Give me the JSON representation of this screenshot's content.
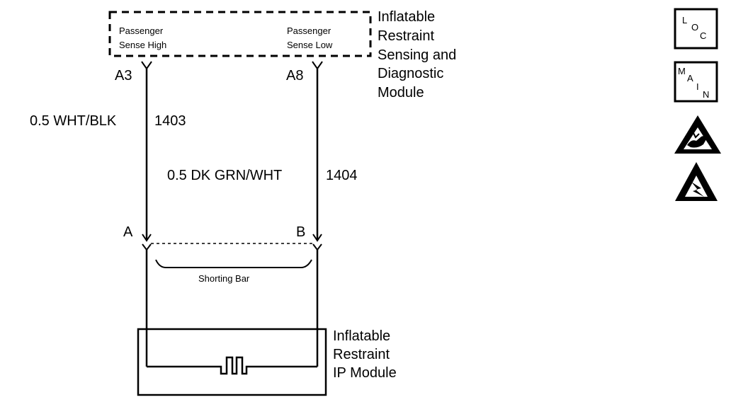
{
  "module_top": {
    "lines": [
      "Inflatable",
      "Restraint",
      "Sensing and",
      "Diagnostic",
      "Module"
    ],
    "pin_left_name": [
      "Passenger",
      "Sense High"
    ],
    "pin_right_name": [
      "Passenger",
      "Sense Low"
    ]
  },
  "connectors": {
    "left_pin": "A3",
    "right_pin": "A8",
    "left_bottom": "A",
    "right_bottom": "B"
  },
  "wires": {
    "left": {
      "gauge_color": "0.5 WHT/BLK",
      "circuit": "1403"
    },
    "right": {
      "gauge_color": "0.5 DK GRN/WHT",
      "circuit": "1404"
    }
  },
  "shorting_bar": "Shorting Bar",
  "module_bottom": {
    "lines": [
      "Inflatable",
      "Restraint",
      "IP Module"
    ]
  },
  "icons": {
    "loc": {
      "letters": [
        "L",
        "O",
        "C"
      ]
    },
    "main": {
      "letters": [
        "M",
        "A",
        "I",
        "N"
      ]
    },
    "warning1": "esd-warning-icon",
    "warning2": "static-warning-icon"
  }
}
